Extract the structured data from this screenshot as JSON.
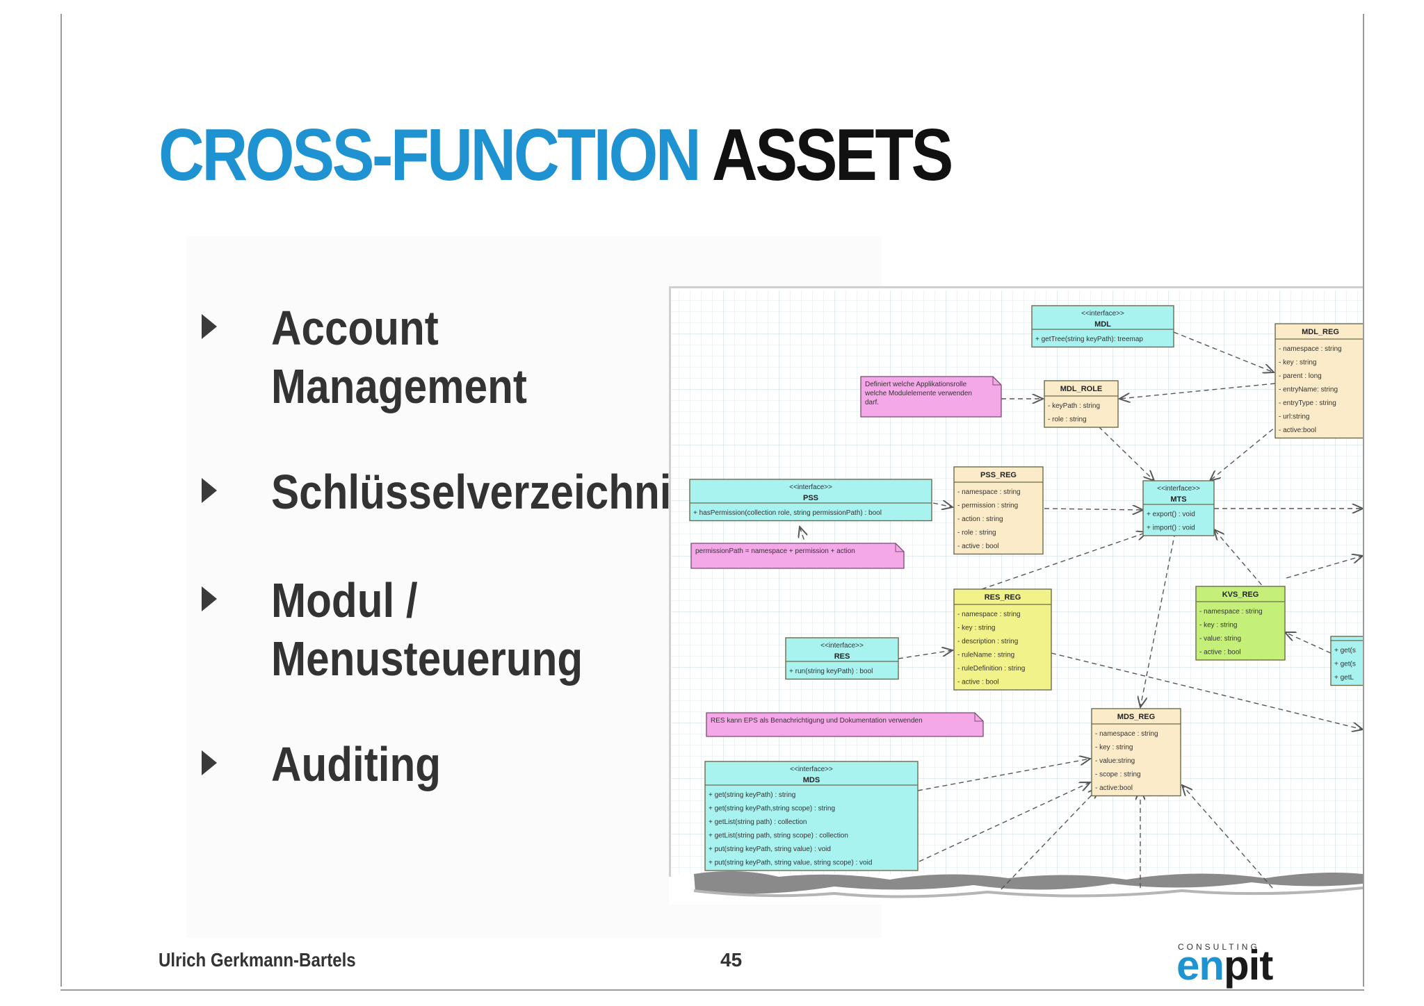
{
  "title": {
    "part1": "CROSS-FUNCTION",
    "part2": "ASSETS"
  },
  "bullets": [
    {
      "line1": "Account",
      "line2": "Management"
    },
    {
      "line1": "Schlüsselverzeichnis",
      "line2": ""
    },
    {
      "line1": "Modul /",
      "line2": "Menusteuerung"
    },
    {
      "line1": "Auditing",
      "line2": ""
    }
  ],
  "footer": {
    "author": "Ulrich Gerkmann-Bartels",
    "page": "45"
  },
  "logo": {
    "tagline": "CONSULTING",
    "en": "en",
    "pit": "pit"
  },
  "colors": {
    "accent": "#1f93d1",
    "cyan_box": "#a8f2f0",
    "yellow_box": "#f2f28a",
    "beige_box": "#fbebc8",
    "pink_note": "#f5a8e8",
    "green_box": "#c4f07a"
  },
  "diagram": {
    "boxes": [
      {
        "name": "MDL",
        "stereo": "<<interface>>",
        "attrs": [
          "+ getTree(string keyPath): treemap"
        ]
      },
      {
        "name": "MDL_REG",
        "stereo": "",
        "attrs": [
          "- namespace : string",
          "- key : string",
          "- parent : long",
          "- entryName: string",
          "- entryType : string",
          "- url:string",
          "- active:bool"
        ]
      },
      {
        "name": "MDL_ROLE",
        "stereo": "",
        "attrs": [
          "- keyPath : string",
          "- role : string"
        ]
      },
      {
        "name": "PSS",
        "stereo": "<<interface>>",
        "attrs": [
          "+ hasPermission(collection role, string permissionPath) : bool"
        ]
      },
      {
        "name": "PSS_REG",
        "stereo": "",
        "attrs": [
          "- namespace : string",
          "- permission : string",
          "- action : string",
          "- role : string",
          "- active : bool"
        ]
      },
      {
        "name": "MTS",
        "stereo": "<<interface>>",
        "attrs": [
          "+ export() : void",
          "+ import() : void"
        ]
      },
      {
        "name": "RES_REG",
        "stereo": "",
        "attrs": [
          "- namespace : string",
          "- key : string",
          "- description : string",
          "- ruleName : string",
          "- ruleDefinition : string",
          "- active : bool"
        ]
      },
      {
        "name": "KVS_REG",
        "stereo": "",
        "attrs": [
          "- namespace : string",
          "- key : string",
          "- value: string",
          "- active : bool"
        ]
      },
      {
        "name": "RES",
        "stereo": "<<interface>>",
        "attrs": [
          "+ run(string keyPath) : bool"
        ]
      },
      {
        "name": "MDS_REG",
        "stereo": "",
        "attrs": [
          "- namespace : string",
          "- key : string",
          "- value:string",
          "- scope : string",
          "- active:bool"
        ]
      },
      {
        "name": "MDS",
        "stereo": "<<interface>>",
        "attrs": [
          "+ get(string keyPath) : string",
          "+ get(string keyPath,string scope) : string",
          "+ getList(string path) : collection",
          "+ getList(string path, string scope) : collection",
          "+ put(string keyPath, string value) : void",
          "+ put(string keyPath, string value, string scope) : void"
        ]
      },
      {
        "name": "",
        "stereo": "",
        "attrs": [
          "+ get(s",
          "+ get(s",
          "+ getL"
        ]
      }
    ],
    "notes": [
      "Definiert welche Applikationsrolle welche Modulelemente verwenden darf.",
      "permissionPath = namespace + permission + action",
      "RES kann EPS als Benachrichtigung und Dokumentation verwenden"
    ]
  }
}
